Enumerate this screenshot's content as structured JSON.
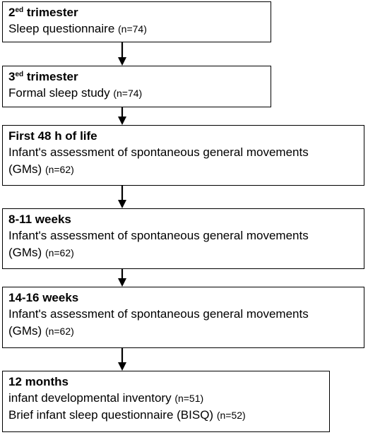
{
  "steps": [
    {
      "title_prefix": "2",
      "title_sup": "ed",
      "title_suffix": " trimester",
      "lines": [
        {
          "text": "Sleep questionnaire ",
          "n": "(n=74)"
        }
      ]
    },
    {
      "title_prefix": "3",
      "title_sup": "ed",
      "title_suffix": "  trimester",
      "lines": [
        {
          "text": "Formal  sleep study ",
          "n": "(n=74)"
        }
      ]
    },
    {
      "title": "First 48 h of life",
      "lines": [
        {
          "text": " Infant's assessment of spontaneous general movements"
        },
        {
          "text": "(GMs) ",
          "n": "(n=62)"
        }
      ]
    },
    {
      "title": "8-11 weeks",
      "lines": [
        {
          "text": "Infant's assessment of spontaneous general movements"
        },
        {
          "text": "(GMs) ",
          "n": "(n=62)"
        }
      ]
    },
    {
      "title": "14-16 weeks",
      "lines": [
        {
          "text": " Infant's assessment of spontaneous general movements"
        },
        {
          "text": "(GMs) ",
          "n": "(n=62)"
        }
      ]
    },
    {
      "title": "12 months",
      "lines": [
        {
          "text": "infant developmental inventory ",
          "n": "(n=51)"
        },
        {
          "text": "Brief infant sleep questionnaire (BISQ) ",
          "n": "(n=52)"
        }
      ]
    }
  ]
}
